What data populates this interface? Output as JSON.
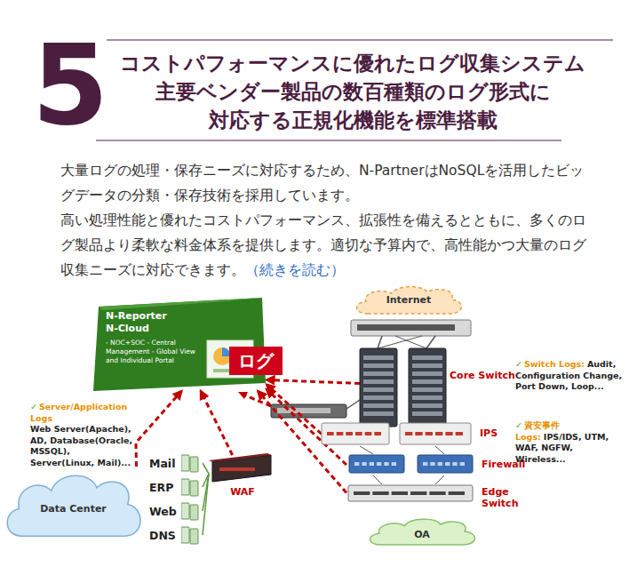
{
  "diagram": {
    "title": "コストパフォーマンスに優れたログ収集システム 主要ベンダー製品の数百種類のログ形式に 対応する正規化機能を標準搭載",
    "nodes": [
      {
        "text": [
          "N-Reporter N-Cloud",
          "- NOC+SOC - Central Management - Global View and Individual Portal"
        ]
      },
      {
        "text": [
          "Internet"
        ]
      },
      {
        "text": [
          "Core Switch"
        ]
      },
      {
        "text": [
          "IPS"
        ]
      },
      {
        "text": [
          "Firewall"
        ]
      },
      {
        "text": [
          "Edge Switch"
        ]
      },
      {
        "text": [
          "OA"
        ]
      },
      {
        "text": [
          "Data Center"
        ]
      },
      {
        "text": [
          "WAF"
        ]
      },
      {
        "text": [
          "Mail"
        ]
      },
      {
        "text": [
          "ERP"
        ]
      },
      {
        "text": [
          "Web"
        ]
      },
      {
        "text": [
          "DNS"
        ]
      }
    ],
    "edges": [
      {
        "from": 2,
        "to": 0,
        "arrow": "to"
      },
      {
        "from": 3,
        "to": 0,
        "arrow": "to"
      },
      {
        "from": 4,
        "to": 0,
        "arrow": "to"
      },
      {
        "from": 5,
        "to": 0,
        "arrow": "to"
      },
      {
        "from": 8,
        "to": 0,
        "arrow": "to"
      },
      {
        "from": 7,
        "to": 0,
        "arrow": "to"
      },
      {
        "from": 9,
        "to": 8,
        "arrow": "none"
      },
      {
        "from": 10,
        "to": 8,
        "arrow": "none"
      },
      {
        "from": 11,
        "to": 8,
        "arrow": "none"
      },
      {
        "from": 12,
        "to": 8,
        "arrow": "none"
      }
    ],
    "labels": [
      "5",
      "大量ログの処理・保存ニーズに対応するため、N-PartnerはNoSQLを活用したビッグデータの分類・保存技術を採用しています。",
      "高い処理性能と優れたコストパフォーマンス、拡張性を備えるとともに、多くのログ製品より柔軟な料金体系を提供します。適切な予算内で、高性能かつ大量のログ収集ニーズに対応できます。",
      "（続きを読む）",
      "ログ",
      "✓",
      "Switch Logs:",
      "Audit, Configuration Change, Port Down, Loop...",
      "✓",
      "資安事件 Logs:",
      "IPS/IDS, UTM, WAF, NGFW, Wireless...",
      "✓",
      "Server/Application Logs",
      "Web Server(Apache), AD, Database(Oracle, MSSQL), Server(Linux, Mail)..."
    ]
  }
}
